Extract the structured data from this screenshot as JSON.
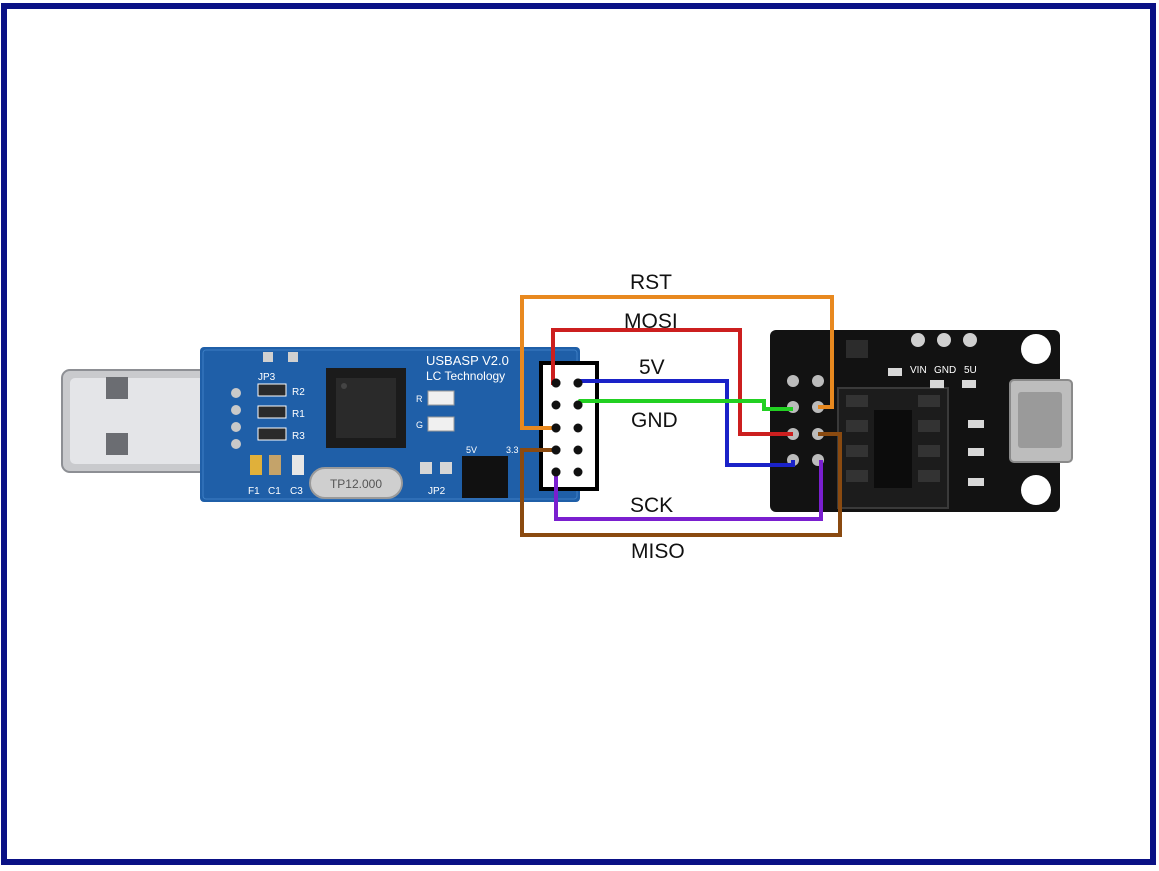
{
  "colors": {
    "frame": "#0a1185",
    "rst": "#e8891f",
    "mosi": "#cc1f1f",
    "vcc5": "#1a22c8",
    "gnd": "#22d022",
    "sck": "#7a1fcf",
    "miso": "#8a4a10"
  },
  "usbasp": {
    "title": "USBASP V2.0",
    "subtitle": "LC Technology",
    "crystal": "TP12.000",
    "jumper_jp2": "JP2",
    "jumper_jp3": "JP3",
    "jp_5v": "5V",
    "jp_33": "3.3",
    "res_r1": "R1",
    "res_r2": "R2",
    "res_r3": "R3",
    "led_r": "R",
    "led_g": "G",
    "fuse": "F1",
    "cap_c1": "C1",
    "cap_c3": "C3"
  },
  "adapter": {
    "pin_vin": "VIN",
    "pin_gnd": "GND",
    "pin_5u": "5U"
  },
  "wires": {
    "rst": "RST",
    "mosi": "MOSI",
    "vcc": "5V",
    "gnd": "GND",
    "sck": "SCK",
    "miso": "MISO"
  }
}
